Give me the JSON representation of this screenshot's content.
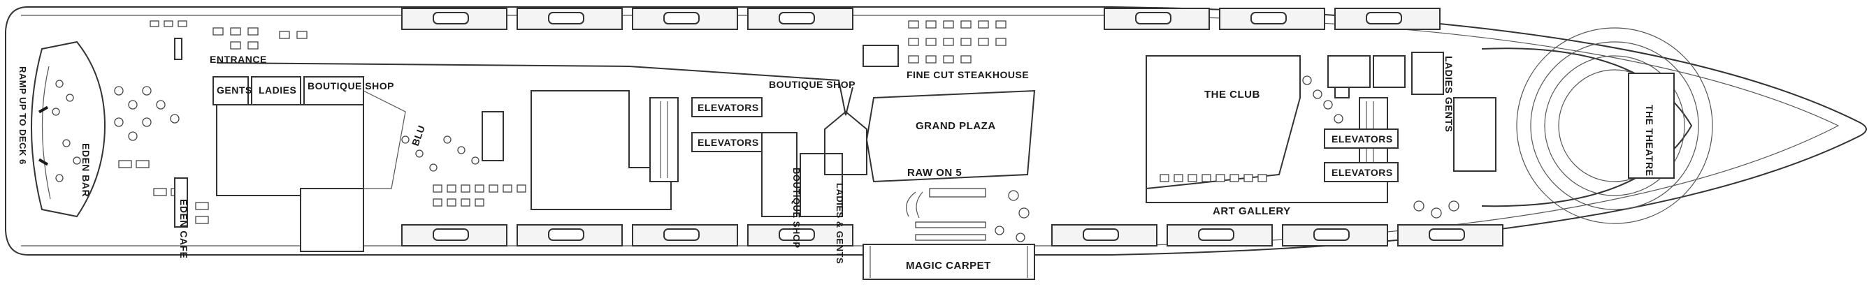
{
  "deck_labels": {
    "ramp": "RAMP UP TO DECK 6",
    "eden_bar": "EDEN BAR",
    "eden_cafe": "EDEN CAFE",
    "entrance": "ENTRANCE",
    "gents": "GENTS",
    "ladies": "LADIES",
    "boutique_shop_left": "BOUTIQUE SHOP",
    "blu": "BLU",
    "elevators_mid_top": "ELEVATORS",
    "elevators_mid_bottom": "ELEVATORS",
    "boutique_shop_top": "BOUTIQUE SHOP",
    "boutique_shop_mid": "BOUTIQUE SHOP",
    "ladies_gents_mid": "LADIES & GENTS",
    "fine_cut": "FINE CUT STEAKHOUSE",
    "grand_plaza": "GRAND PLAZA",
    "raw_on_5": "RAW ON 5",
    "magic_carpet": "MAGIC CARPET",
    "the_club": "THE CLUB",
    "art_gallery": "ART GALLERY",
    "elevators_fwd_top": "ELEVATORS",
    "elevators_fwd_bottom": "ELEVATORS",
    "ladies_gents_fwd": "LADIES GENTS",
    "the_theatre": "THE THEATRE"
  }
}
